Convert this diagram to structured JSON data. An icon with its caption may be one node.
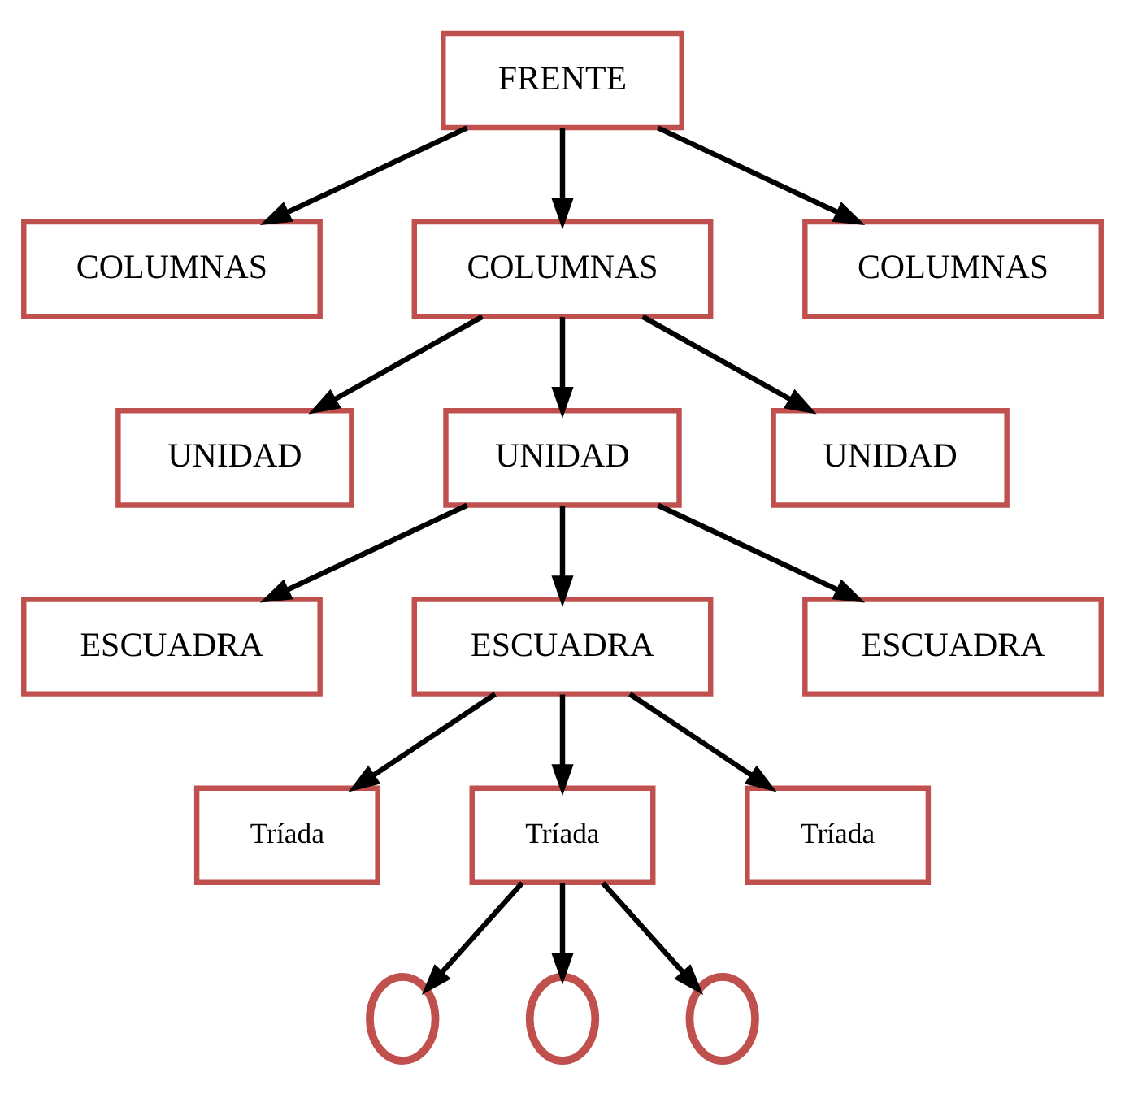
{
  "diagram": {
    "nodes": [
      {
        "text": [
          "FRENTE"
        ]
      },
      {
        "text": [
          "COLUMNAS"
        ]
      },
      {
        "text": [
          "COLUMNAS"
        ]
      },
      {
        "text": [
          "COLUMNAS"
        ]
      },
      {
        "text": [
          "UNIDAD"
        ]
      },
      {
        "text": [
          "UNIDAD"
        ]
      },
      {
        "text": [
          "UNIDAD"
        ]
      },
      {
        "text": [
          "ESCUADRA"
        ]
      },
      {
        "text": [
          "ESCUADRA"
        ]
      },
      {
        "text": [
          "ESCUADRA"
        ]
      },
      {
        "text": [
          "Tríada"
        ]
      },
      {
        "text": [
          "Tríada"
        ]
      },
      {
        "text": [
          "Tríada"
        ]
      },
      {
        "text": [],
        "shape": "circle"
      },
      {
        "text": [],
        "shape": "circle"
      },
      {
        "text": [],
        "shape": "circle"
      }
    ],
    "edges": [
      {
        "from": 0,
        "to": 1,
        "arrow": "to"
      },
      {
        "from": 0,
        "to": 2,
        "arrow": "to"
      },
      {
        "from": 0,
        "to": 3,
        "arrow": "to"
      },
      {
        "from": 2,
        "to": 4,
        "arrow": "to"
      },
      {
        "from": 2,
        "to": 5,
        "arrow": "to"
      },
      {
        "from": 2,
        "to": 6,
        "arrow": "to"
      },
      {
        "from": 5,
        "to": 7,
        "arrow": "to"
      },
      {
        "from": 5,
        "to": 8,
        "arrow": "to"
      },
      {
        "from": 5,
        "to": 9,
        "arrow": "to"
      },
      {
        "from": 8,
        "to": 10,
        "arrow": "to"
      },
      {
        "from": 8,
        "to": 11,
        "arrow": "to"
      },
      {
        "from": 8,
        "to": 12,
        "arrow": "to"
      },
      {
        "from": 11,
        "to": 13,
        "arrow": "to"
      },
      {
        "from": 11,
        "to": 14,
        "arrow": "to"
      },
      {
        "from": 11,
        "to": 15,
        "arrow": "to"
      }
    ]
  }
}
